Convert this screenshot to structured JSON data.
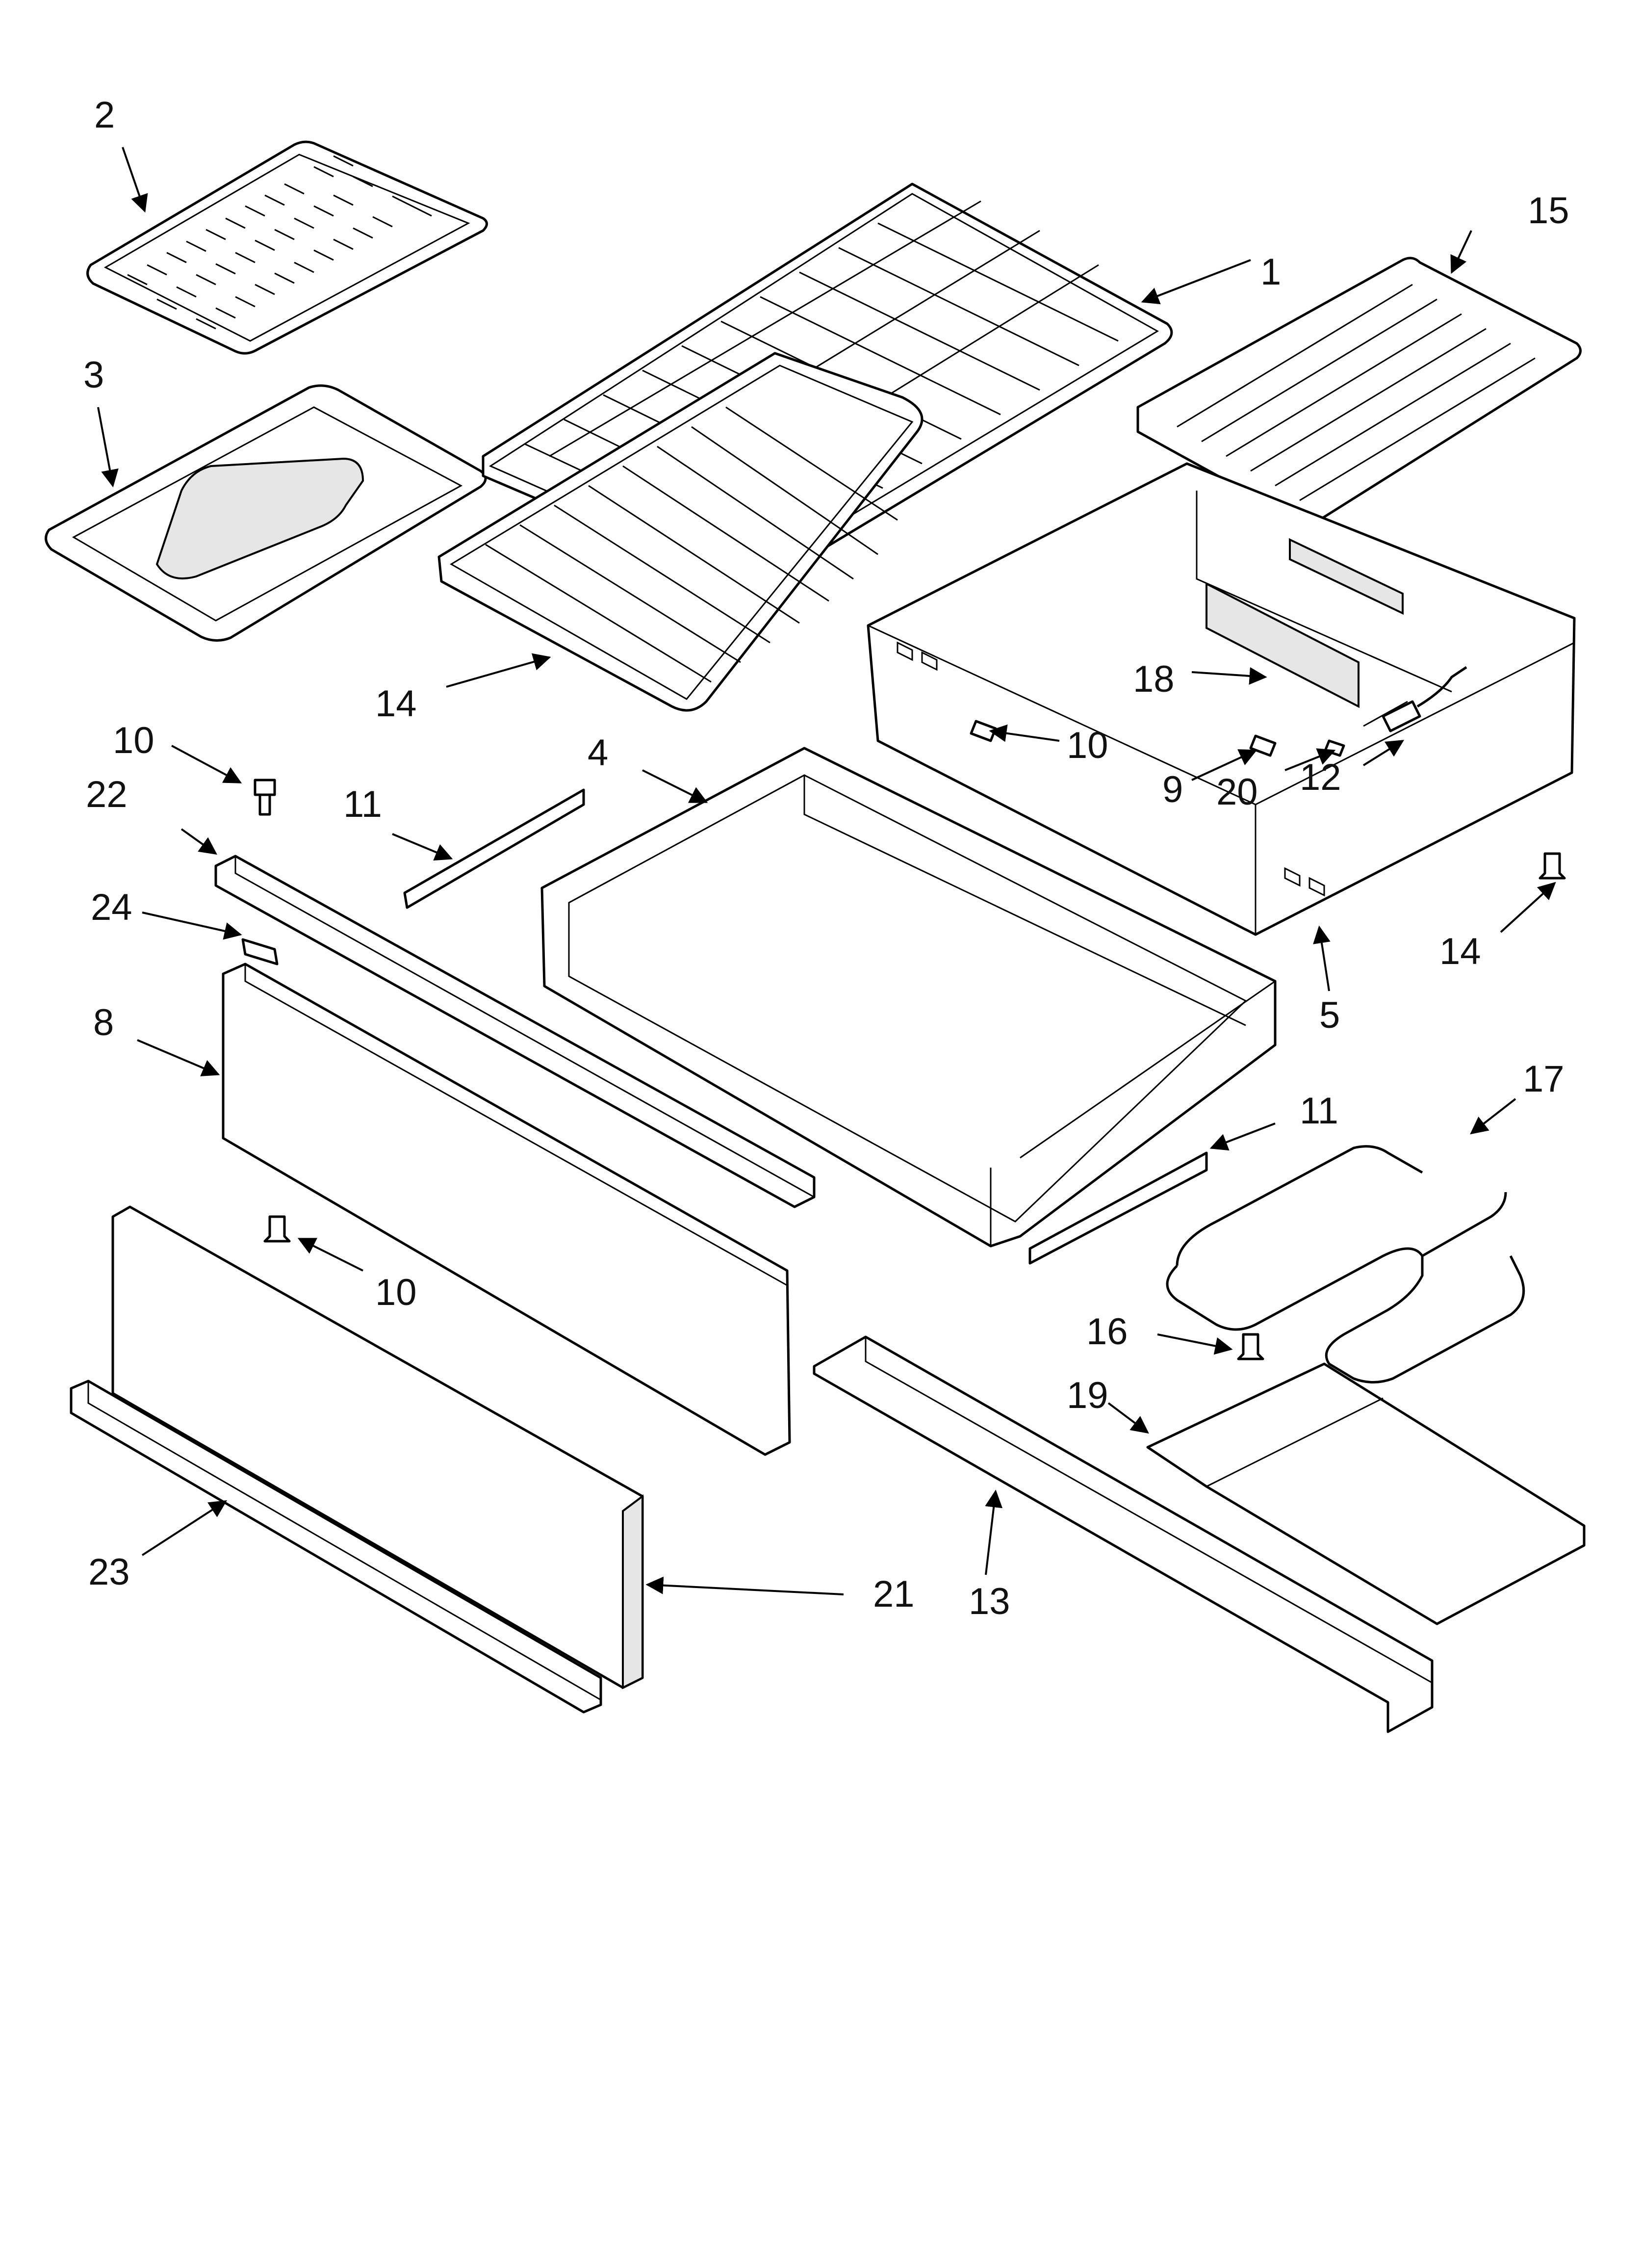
{
  "diagram": {
    "callouts": [
      {
        "id": "c1",
        "text": "1"
      },
      {
        "id": "c2",
        "text": "2"
      },
      {
        "id": "c3",
        "text": "3"
      },
      {
        "id": "c4",
        "text": "4"
      },
      {
        "id": "c5",
        "text": "5"
      },
      {
        "id": "c8",
        "text": "8"
      },
      {
        "id": "c9",
        "text": "9"
      },
      {
        "id": "c10a",
        "text": "10"
      },
      {
        "id": "c10b",
        "text": "10"
      },
      {
        "id": "c10c",
        "text": "10"
      },
      {
        "id": "c11a",
        "text": "11"
      },
      {
        "id": "c11b",
        "text": "11"
      },
      {
        "id": "c12",
        "text": "12"
      },
      {
        "id": "c13",
        "text": "13"
      },
      {
        "id": "c14a",
        "text": "14"
      },
      {
        "id": "c14b",
        "text": "14"
      },
      {
        "id": "c15",
        "text": "15"
      },
      {
        "id": "c16",
        "text": "16"
      },
      {
        "id": "c17",
        "text": "17"
      },
      {
        "id": "c18",
        "text": "18"
      },
      {
        "id": "c19",
        "text": "19"
      },
      {
        "id": "c20",
        "text": "20"
      },
      {
        "id": "c21",
        "text": "21"
      },
      {
        "id": "c22",
        "text": "22"
      },
      {
        "id": "c23",
        "text": "23"
      },
      {
        "id": "c24",
        "text": "24"
      }
    ]
  }
}
